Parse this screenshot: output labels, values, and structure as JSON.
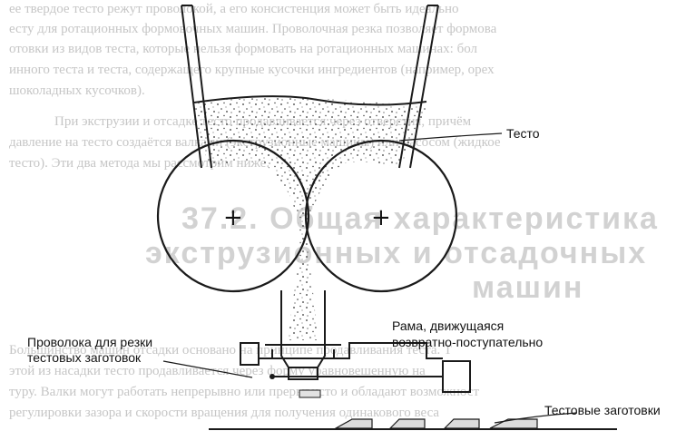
{
  "bleed_through": {
    "lines": [
      "ее твердое тесто режут проволокой, а его консистенция может быть идеально",
      "есту для ротационных формовочных машин. Проволочная резка позволяет формова",
      "отовки из видов теста, которые нельзя формовать на ротационных машинах: бол",
      "инного теста и теста, содержащего крупные кусочки ингредиентов (например, орех",
      "шоколадных кусочков).",
      "При экструзии и отсадке тесто продавливается через отверстия, причём",
      "давление на тесто создаётся валками (экструзионные машины) или насосом (жидкое",
      "тесто). Эти два метода мы рассмотрим ниже."
    ],
    "heading_lines": [
      "37.2. Общая характеристика",
      "экструзионных и отсадочных",
      "машин"
    ],
    "lower_lines": [
      "Большинство машин отсадки основано на принципе продавливания теста. Т",
      "этой из насадки тесто продавливается через форму уравновешенную на",
      "туру. Валки могут работать непрерывно или прерывисто и обладают возможност",
      "регулировки зазора и скорости вращения для получения одинакового веса"
    ]
  },
  "labels": {
    "dough": "Тесто",
    "wire_line1": "Проволока для резки",
    "wire_line2": "тестовых заготовок",
    "frame_line1": "Рама, движущаяся",
    "frame_line2": "возвратно-поступательно",
    "pieces": "Тестовые заготовки"
  },
  "roller_marks": {
    "left": "+",
    "right": "+"
  }
}
